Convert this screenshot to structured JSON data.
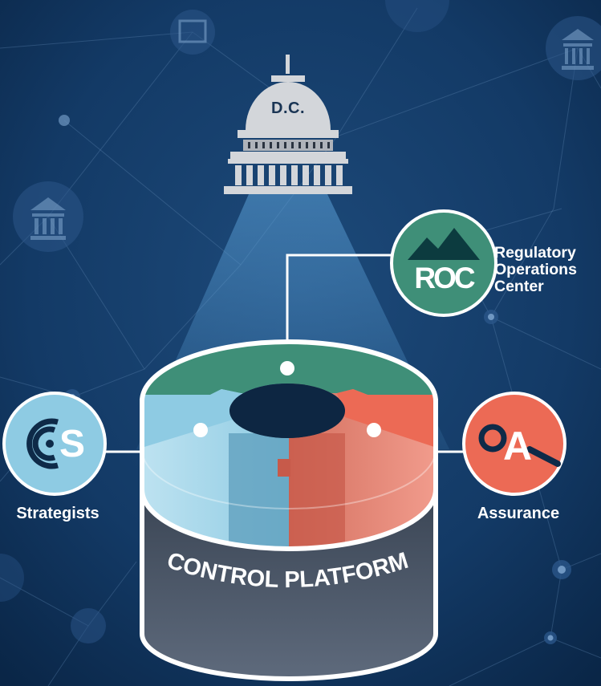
{
  "capitol": {
    "label": "D.C."
  },
  "roc": {
    "badge_text": "ROC",
    "label_lines": [
      "Regulatory",
      "Operations",
      "Center"
    ]
  },
  "strategists": {
    "badge_letter": "S",
    "label": "Strategists"
  },
  "assurance": {
    "badge_letter": "A",
    "label": "Assurance"
  },
  "platform": {
    "label": "CONTROL PLATFORM"
  },
  "colors": {
    "background": "#0c2a4d",
    "roc_green": "#3f8f78",
    "strategists_blue": "#8ecbe3",
    "assurance_red": "#ec6a55",
    "cylinder_dark": "#3c4756",
    "capitol_gray": "#d3d6da"
  }
}
